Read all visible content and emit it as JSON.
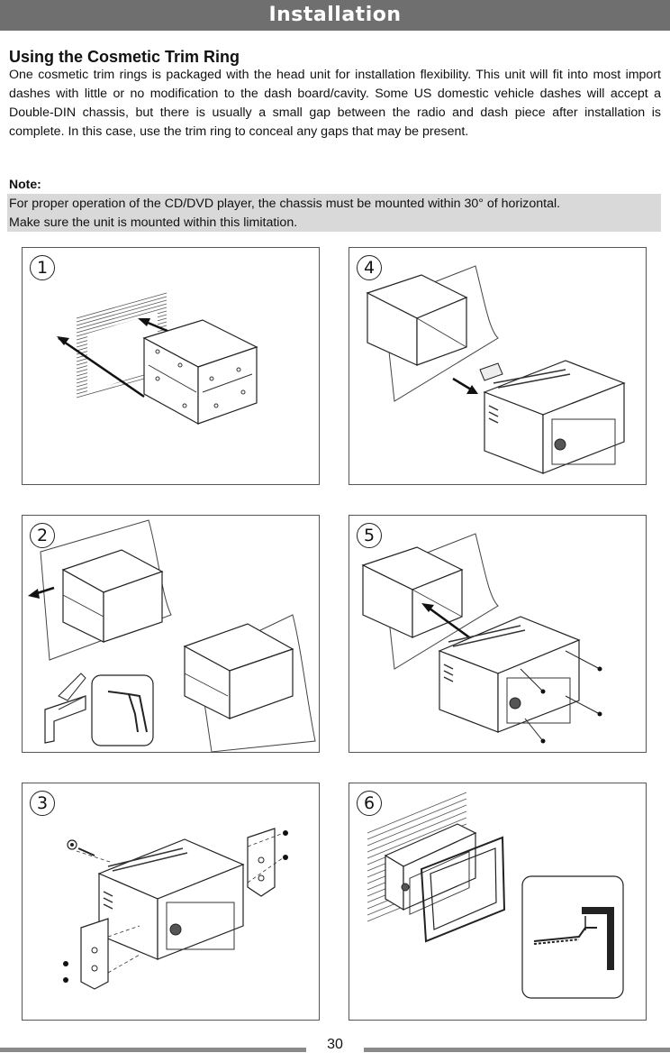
{
  "header": {
    "title": "Installation"
  },
  "section": {
    "title": "Using the Cosmetic Trim Ring",
    "body": "One cosmetic trim rings is packaged with the head unit for installation flexibility. This unit will fit into most import dashes with little or no modification to the dash board/cavity. Some  US domestic vehicle dashes will accept a Double-DIN chassis, but there is usually a small gap between the radio and dash piece after installation is complete. In this case, use the trim ring to conceal any gaps that may be present."
  },
  "note": {
    "label": "Note:",
    "line1": "For proper operation of the CD/DVD player, the chassis must be mounted within 30° of horizontal.",
    "line2": "Make sure the unit is mounted within this limitation."
  },
  "steps": [
    {
      "number": "1"
    },
    {
      "number": "4"
    },
    {
      "number": "2"
    },
    {
      "number": "5"
    },
    {
      "number": "3"
    },
    {
      "number": "6"
    }
  ],
  "footer": {
    "page_number": "30"
  }
}
